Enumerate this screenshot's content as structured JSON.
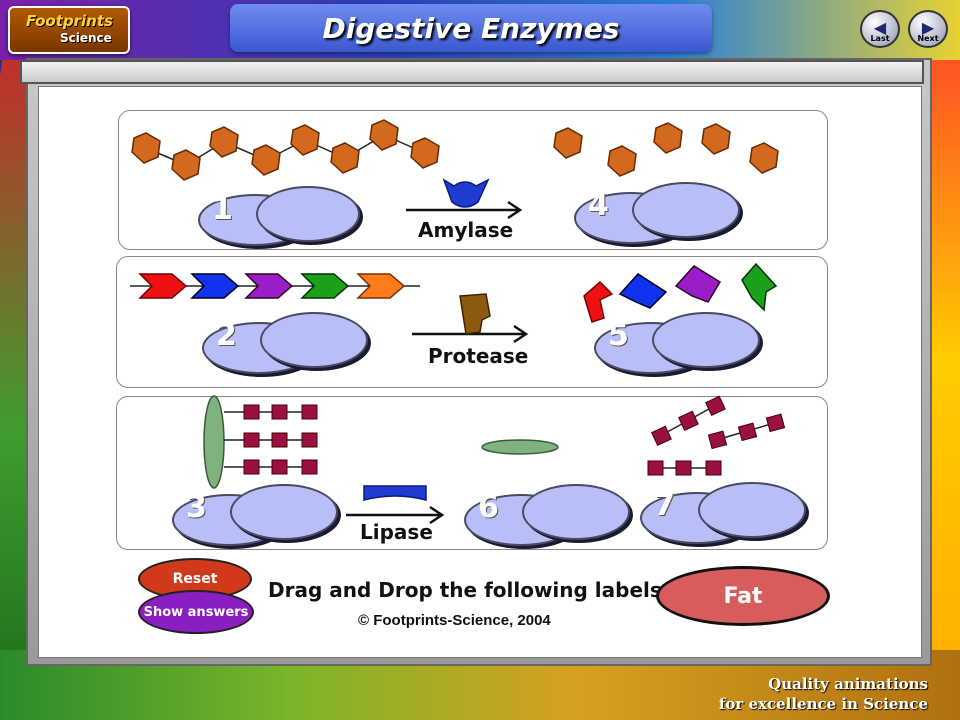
{
  "app": {
    "title": "Digestive Enzymes",
    "logo_line1": "Footprints",
    "logo_line2": "Science"
  },
  "nav": {
    "last_label": "Last",
    "next_label": "Next"
  },
  "diagram": {
    "row1": {
      "enzyme": "Amylase",
      "slot_left": "1",
      "slot_right": "4"
    },
    "row2": {
      "enzyme": "Protease",
      "slot_left": "2",
      "slot_right": "5"
    },
    "row3": {
      "enzyme": "Lipase",
      "slot_left": "3",
      "slot_mid": "6",
      "slot_right": "7"
    }
  },
  "controls": {
    "reset_label": "Reset",
    "show_answers_label": "Show answers",
    "instruction": "Drag and Drop the following labels :",
    "draggable_label": "Fat"
  },
  "footer": {
    "copyright": "© Footprints-Science, 2004",
    "tagline_line1": "Quality animations",
    "tagline_line2": "for excellence in Science"
  },
  "colors": {
    "starch_unit": "#d2691e",
    "amylase": "#1f3bd0",
    "protease": "#8b5a10",
    "lipase": "#1f3bd0",
    "fatty_acid": "#9b1040",
    "glycerol": "#7fb27f",
    "blob": "#b8bff8",
    "reset_button": "#d03a1a",
    "show_answers_button": "#8a1ec0",
    "fat_label": "#d75c5c",
    "amino_red": "#ee1111",
    "amino_blue": "#1133ee",
    "amino_purple": "#9a1ec8",
    "amino_green": "#1aa01a",
    "amino_orange": "#ff7a1a"
  }
}
